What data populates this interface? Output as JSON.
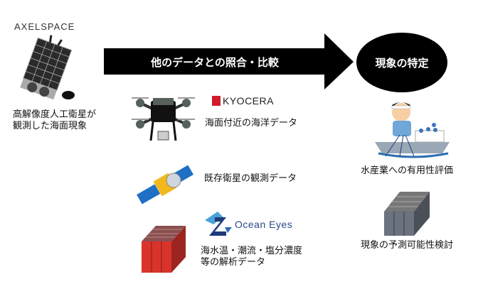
{
  "left": {
    "brand": "AXELSPACE",
    "caption_line1": "高解像度人工衛星が",
    "caption_line2": "観測した海面現象"
  },
  "arrow": {
    "label": "他のデータとの照合・比較"
  },
  "result": {
    "label": "現象の特定"
  },
  "sources": [
    {
      "logo": "KYOCERA",
      "caption": "海面付近の海洋データ",
      "icon": "drone-icon"
    },
    {
      "caption": "既存衛星の観測データ",
      "icon": "satellite-icon"
    },
    {
      "logo": "Ocean Eyes",
      "caption_line1": "海水温・潮流・塩分濃度",
      "caption_line2": "等の解析データ",
      "icon": "server-icon"
    }
  ],
  "outcomes": [
    {
      "caption": "水産業への有用性評価",
      "icon": "fisherman-icon"
    },
    {
      "caption": "現象の予測可能性検討",
      "icon": "server-icon"
    }
  ],
  "colors": {
    "arrow": "#000000",
    "server_red": "#d9342b",
    "server_gray": "#6b7280",
    "satellite_blue": "#1f6fc4",
    "ocean_eyes": "#2b4a8a"
  }
}
